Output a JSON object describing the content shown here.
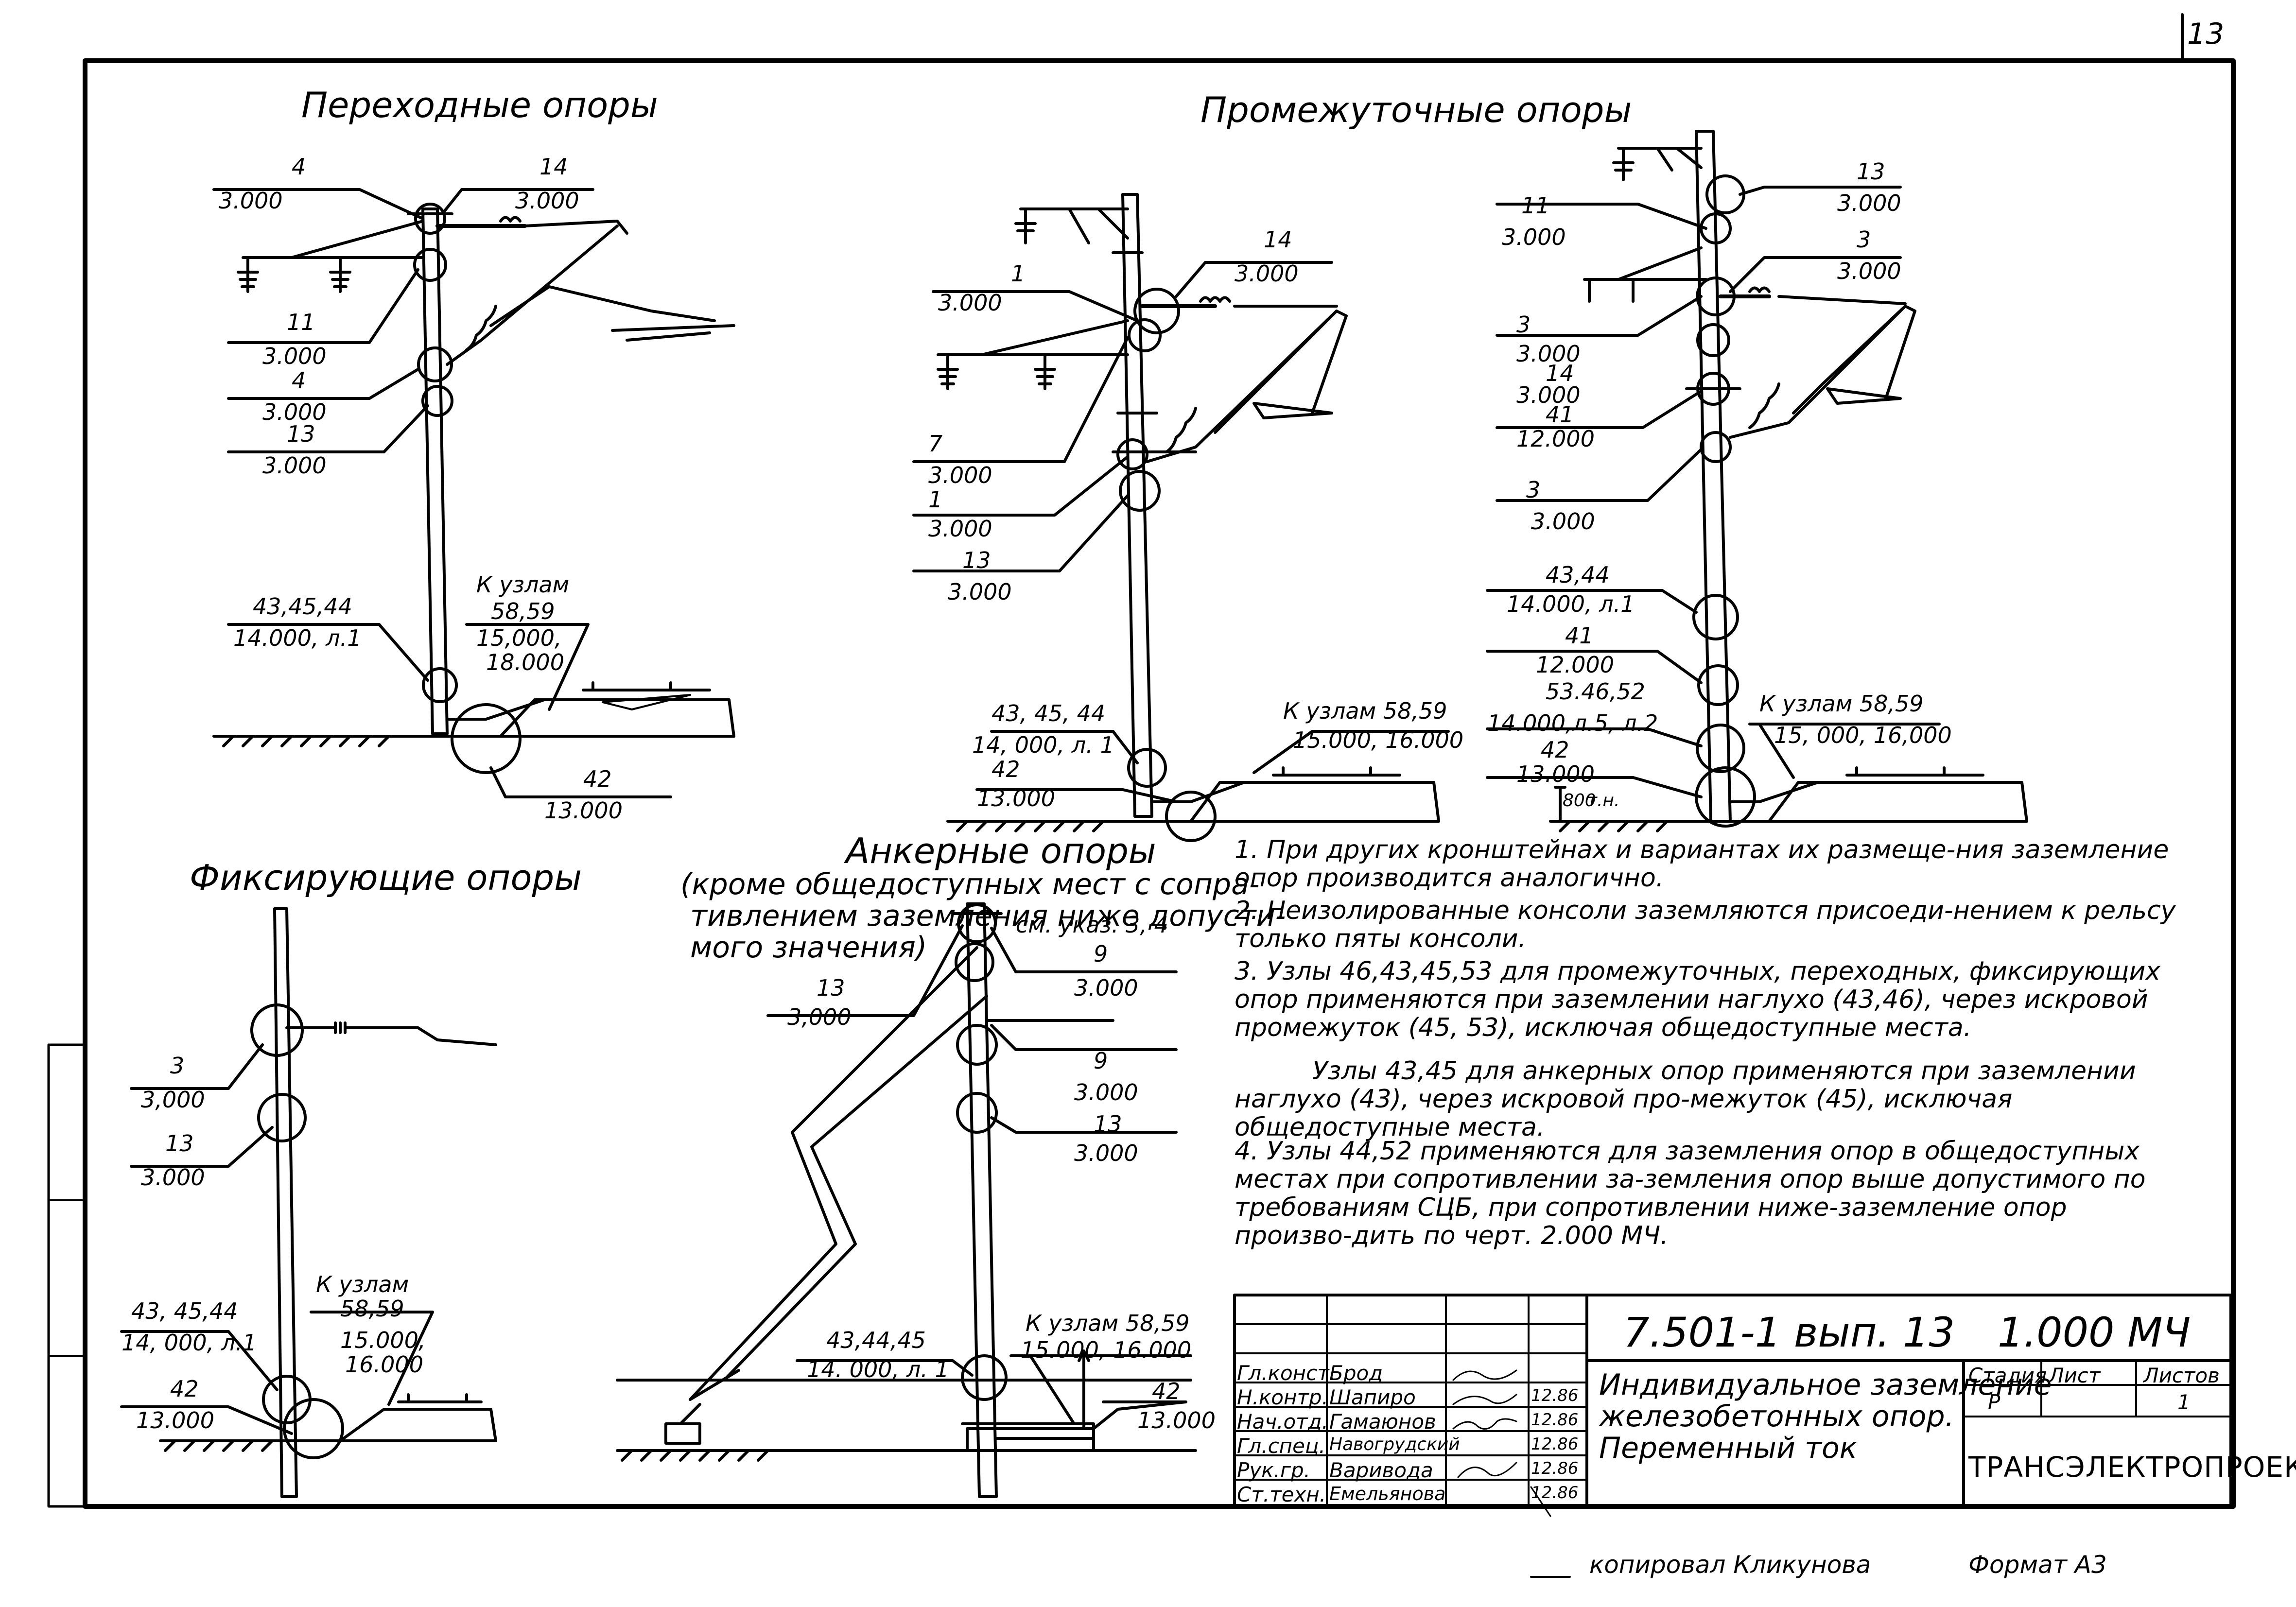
{
  "sheet": {
    "number": "13",
    "titles": {
      "transitional": "Переходные опоры",
      "intermediate": "Промежуточные опоры",
      "fixing": "Фиксирующие опоры",
      "anchor_line1": "Анкерные опоры",
      "anchor_line2": "(кроме общедоступных мест с сопра-",
      "anchor_line3": "тивлением заземления ниже допусти-",
      "anchor_line4": "мого значения)",
      "anchor_ref": "см. указ. 3, 4"
    },
    "labels": {
      "tr_4a": "4",
      "tr_4a_ref": "3.000",
      "tr_14": "14",
      "tr_14_ref": "3.000",
      "tr_11": "11",
      "tr_11_ref": "3.000",
      "tr_4b": "4",
      "tr_4b_ref": "3.000",
      "tr_13": "13",
      "tr_13_ref": "3.000",
      "tr_434544": "43,45,44",
      "tr_434544_ref": "14.000, л.1",
      "tr_kuzlam": "К узлам",
      "tr_kuzlam_nodes": "58,59",
      "tr_kuzlam_ref1": "15,000,",
      "tr_kuzlam_ref2": "18.000",
      "tr_42": "42",
      "tr_42_ref": "13.000",
      "im1_14": "14",
      "im1_14_ref": "3.000",
      "im1_1a": "1",
      "im1_1a_ref": "3.000",
      "im1_7": "7",
      "im1_7_ref": "3.000",
      "im1_1b": "1",
      "im1_1b_ref": "3.000",
      "im1_13": "13",
      "im1_13_ref": "3.000",
      "im1_434544": "43, 45, 44",
      "im1_434544_ref": "14, 000, л. 1",
      "im1_42": "42",
      "im1_42_ref": "13.000",
      "im1_kuzlam": "К узлам 58,59",
      "im1_kuzlam_ref": "15.000, 16.000",
      "im2_13": "13",
      "im2_13_ref": "3.000",
      "im2_11": "11",
      "im2_11_ref": "3.000",
      "im2_3a": "3",
      "im2_3a_ref": "3.000",
      "im2_3b": "3",
      "im2_3b_ref": "3.000",
      "im2_14": "14",
      "im2_14_ref": "3.000",
      "im2_41a": "41",
      "im2_41a_ref": "12.000",
      "im2_3c": "3",
      "im2_3c_ref": "3.000",
      "im2_4344": "43,44",
      "im2_4344_ref": "14.000, л.1",
      "im2_41b": "41",
      "im2_41b_ref": "12.000",
      "im2_534652": "53.46,52",
      "im2_534652_ref": "14.000,л.5, л.2",
      "im2_42": "42",
      "im2_42_ref": "13.000",
      "im2_depth": "800",
      "im2_depth_unit": "т.н.",
      "im2_kuzlam": "К узлам 58,59",
      "im2_kuzlam_ref": "15, 000, 16,000",
      "fx_3": "3",
      "fx_3_ref": "3,000",
      "fx_13": "13",
      "fx_13_ref": "3.000",
      "fx_434544": "43, 45,44",
      "fx_434544_ref": "14, 000, л.1",
      "fx_42": "42",
      "fx_42_ref": "13.000",
      "fx_kuzlam": "К узлам",
      "fx_kuzlam_nodes": "58,59",
      "fx_kuzlam_ref1": "15.000,",
      "fx_kuzlam_ref2": "16.000",
      "an_13": "13",
      "an_13_ref": "3,000",
      "an_9a": "9",
      "an_9a_ref": "3.000",
      "an_9b": "9",
      "an_9b_ref": "3.000",
      "an_13b": "13",
      "an_13b_ref": "3.000",
      "an_434445": "43,44,45",
      "an_434445_ref": "14. 000, л. 1",
      "an_kuzlam": "К узлам 58,59",
      "an_kuzlam_ref": "15.000, 16.000",
      "an_42": "42",
      "an_42_ref": "13.000"
    },
    "notes": [
      "1. При других кронштейнах и вариантах их размеще-ния заземление опор производится аналогично.",
      "2. Неизолированные консоли заземляются присоеди-нением к рельсу только пяты консоли.",
      "3. Узлы 46,43,45,53 для промежуточных, переходных, фиксирующих опор применяются при заземлении наглухо (43,46), через искровой промежуток (45, 53), исключая общедоступные места.",
      "Узлы 43,45 для анкерных опор применяются при заземлении наглухо (43), через искровой про-межуток (45), исключая общедоступные места.",
      "4. Узлы 44,52 применяются для заземления опор в общедоступных местах при сопротивлении за-земления опор выше допустимого по требованиям СЦБ, при сопротивлении ниже-заземление опор произво-дить по черт. 2.000 МЧ."
    ],
    "stamp": {
      "doc_code": "7.501-1 вып. 13",
      "sheet_code": "1.000 МЧ",
      "description": [
        "Индивидуальное заземление",
        "железобетонных опор.",
        "Переменный ток"
      ],
      "stage_header": "Стадия",
      "sheet_header": "Лист",
      "sheets_header": "Листов",
      "stage": "Р",
      "sheets": "1",
      "org": "ТРАНСЭЛЕКТРОПРОЕКТ",
      "rows": [
        {
          "role": "Гл.конст.",
          "name": "Брод",
          "date": ""
        },
        {
          "role": "Н.контр.",
          "name": "Шапиро",
          "date": "12.86"
        },
        {
          "role": "Нач.отд.",
          "name": "Гамаюнов",
          "date": "12.86"
        },
        {
          "role": "Гл.спец.",
          "name": "Навогрудский",
          "date": "12.86"
        },
        {
          "role": "Рук.гр.",
          "name": "Варивода",
          "date": "12.86"
        },
        {
          "role": "Ст.техн.",
          "name": "Емельянова",
          "date": "12.86"
        }
      ]
    },
    "footer": {
      "copied": "копировал Кликунова",
      "format": "Формат А3"
    }
  }
}
